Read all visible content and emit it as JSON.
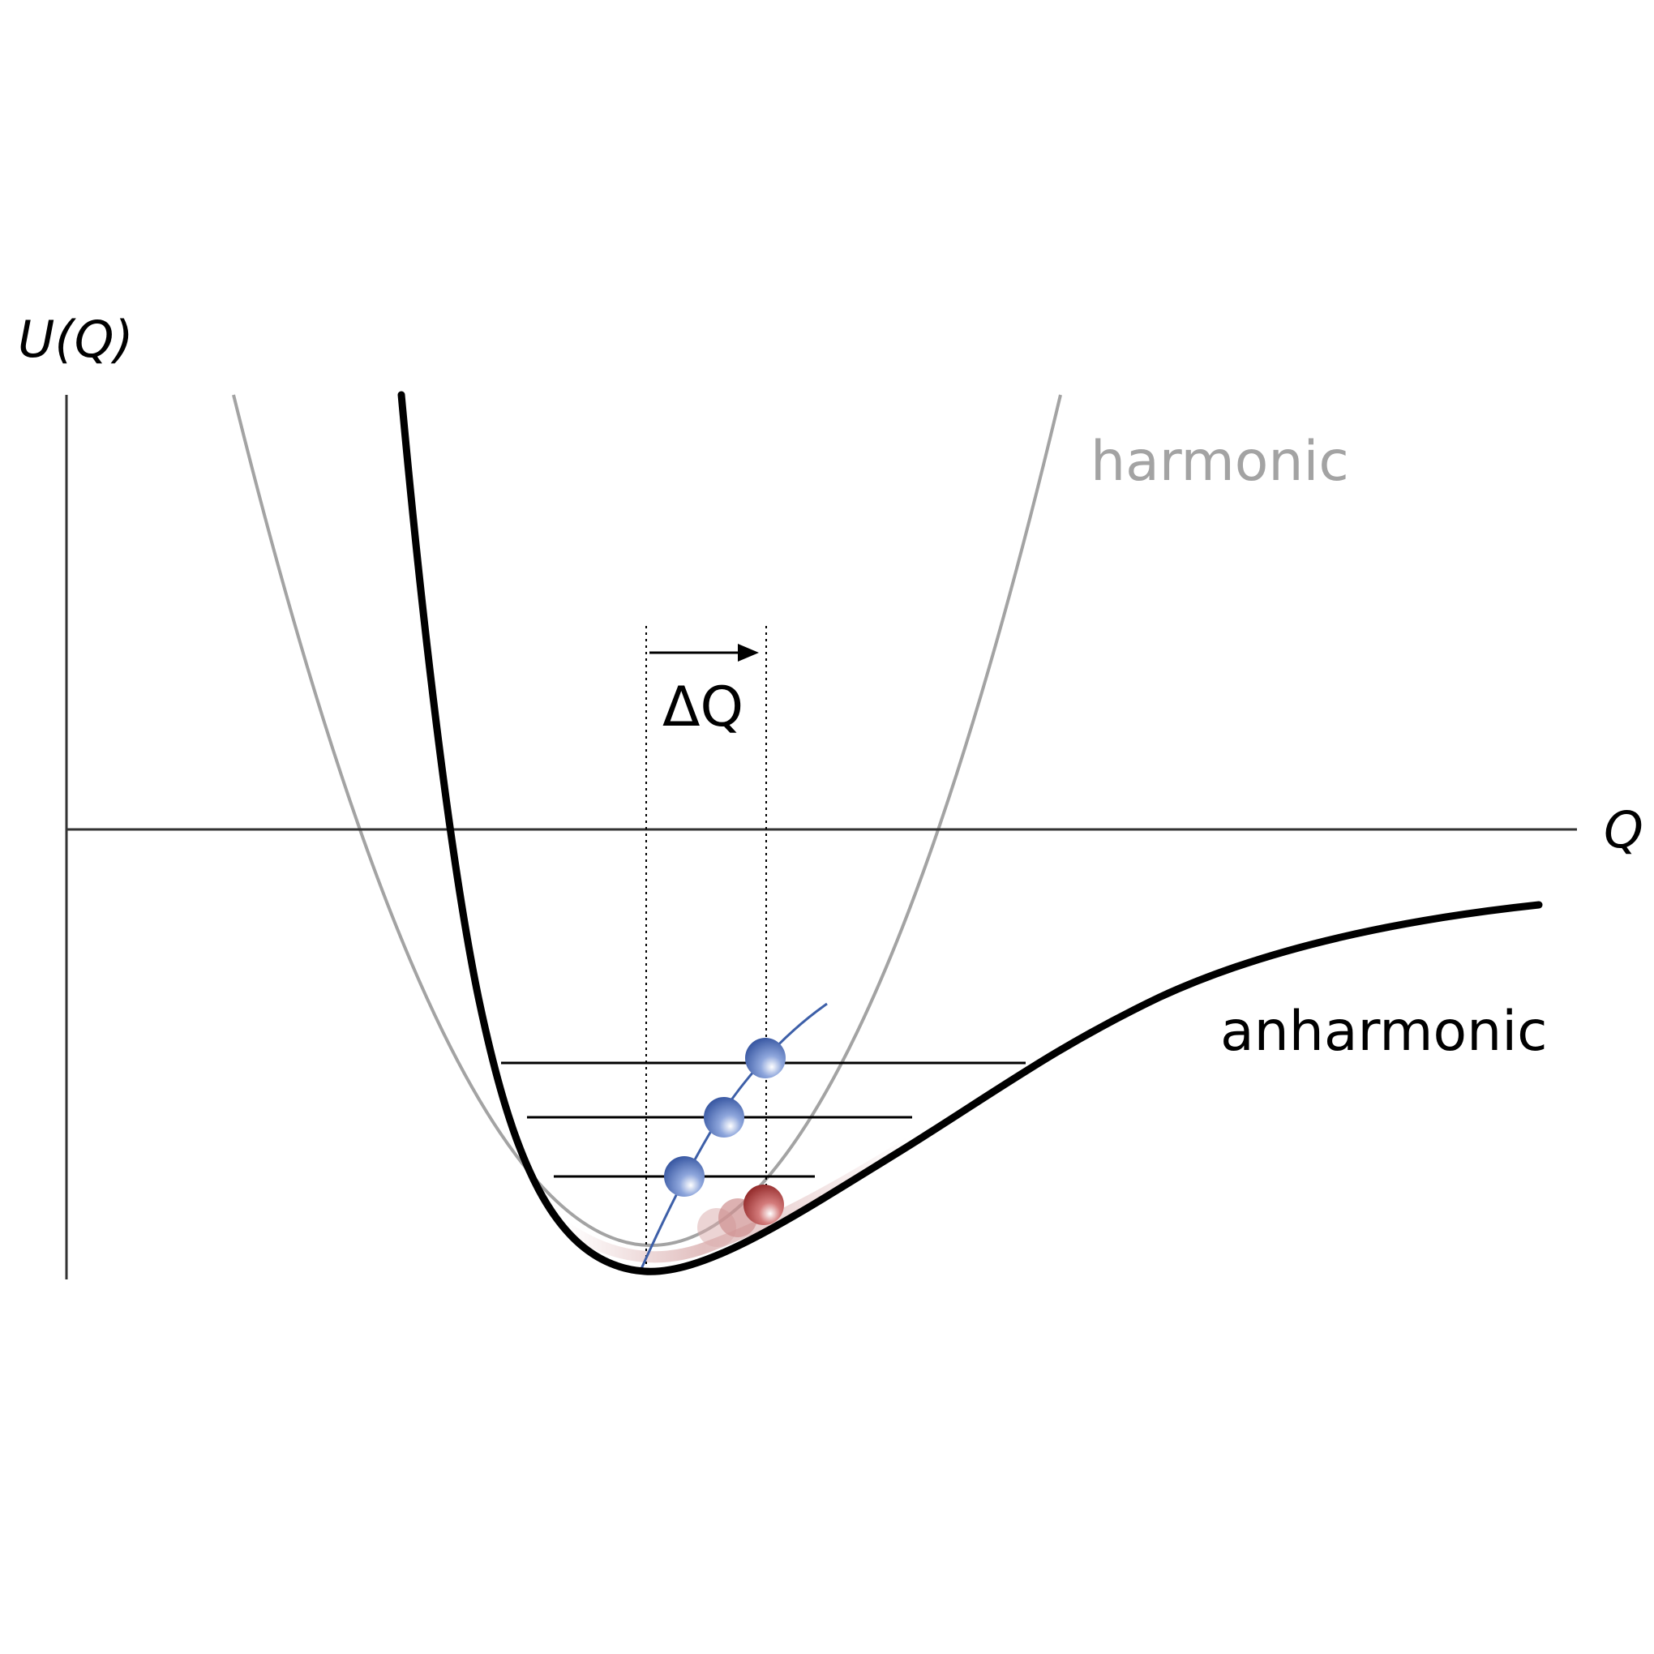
{
  "axes": {
    "y_label": "U(Q)",
    "x_label": "Q"
  },
  "curves": {
    "harmonic_label": "harmonic",
    "anharmonic_label": "anharmonic"
  },
  "shift": {
    "label": "ΔQ"
  },
  "energy_levels": {
    "count": 3
  },
  "colors": {
    "anharmonic": "#000000",
    "harmonic": "#a3a3a3",
    "axes": "#333333",
    "quantum_balls": "#3d5fa8",
    "classical_ball": "#9b2e2e"
  }
}
